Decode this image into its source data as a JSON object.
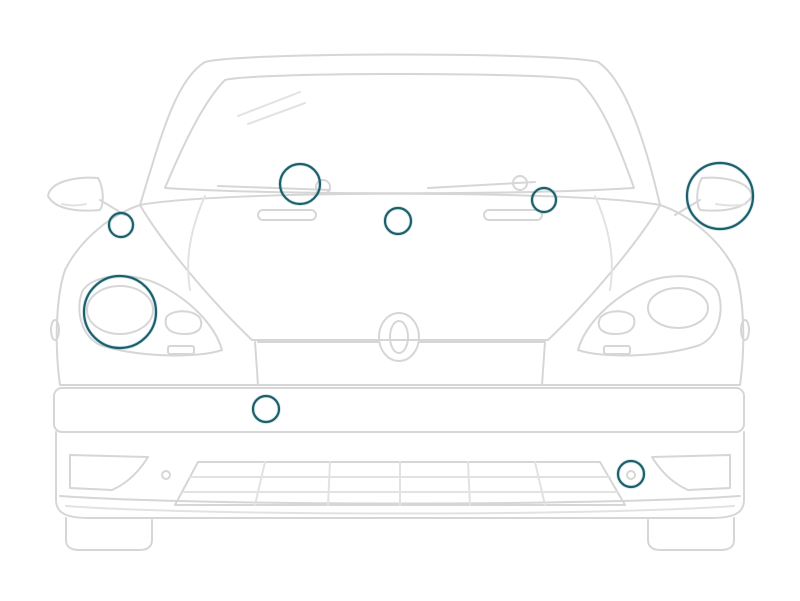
{
  "diagram": {
    "subject": "car-front-view",
    "colors": {
      "outline": "#d6d6d6",
      "hotspot_ring": "#1a8f9a",
      "hotspot_ring_dark": "#1f5f6b",
      "background": "#ffffff"
    },
    "hotspots": [
      {
        "id": "windshield-wiper-left"
      },
      {
        "id": "hood-center"
      },
      {
        "id": "windshield-wiper-right"
      },
      {
        "id": "side-mirror-right"
      },
      {
        "id": "fender-left"
      },
      {
        "id": "headlight-left"
      },
      {
        "id": "bumper-front"
      },
      {
        "id": "fog-light-right"
      }
    ]
  }
}
